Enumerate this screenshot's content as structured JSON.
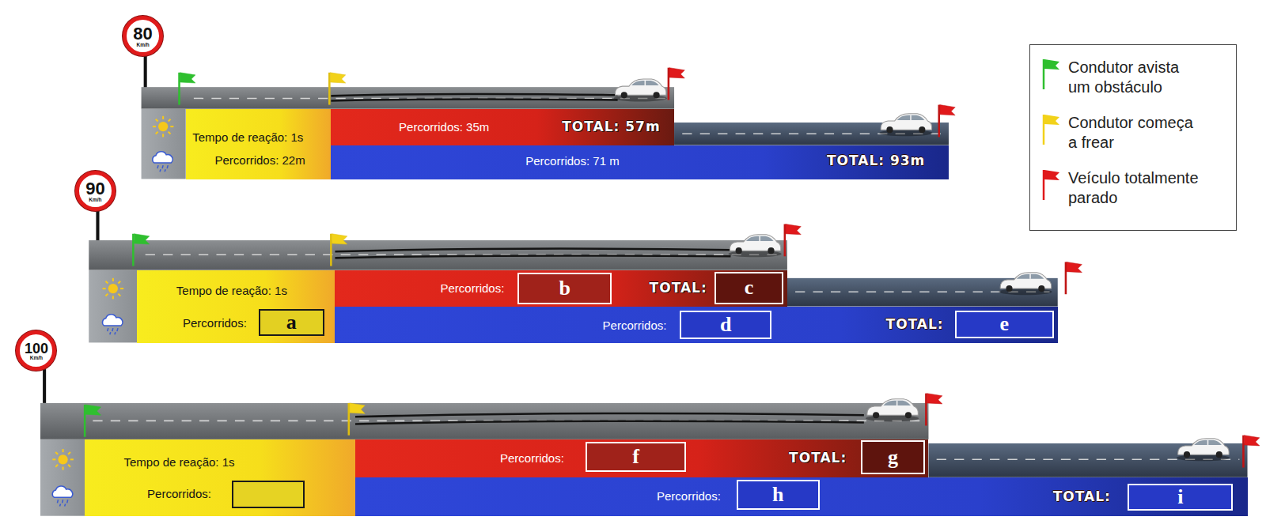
{
  "diagram": {
    "nodes": [
      {
        "text": [
          "80",
          "Km/h"
        ]
      },
      {
        "text": [
          "Tempo de reação: 1s",
          "Percorridos: 22m"
        ]
      },
      {
        "text": [
          "Percorridos: 35m",
          "TOTAL: 57m"
        ]
      },
      {
        "text": [
          "Percorridos: 71 m",
          "TOTAL: 93m"
        ]
      },
      {
        "text": [
          "90",
          "Km/h"
        ]
      },
      {
        "text": [
          "Tempo de reação: 1s",
          "Percorridos:"
        ]
      },
      {
        "text": [
          "a"
        ],
        "in": 5
      },
      {
        "text": [
          "Percorridos:",
          "TOTAL:"
        ]
      },
      {
        "text": [
          "b"
        ],
        "in": 7
      },
      {
        "text": [
          "c"
        ],
        "in": 7
      },
      {
        "text": [
          "Percorridos:",
          "TOTAL:"
        ]
      },
      {
        "text": [
          "d"
        ],
        "in": 10
      },
      {
        "text": [
          "e"
        ],
        "in": 10
      },
      {
        "text": [
          "100",
          "Km/h"
        ]
      },
      {
        "text": [
          "Tempo de reação: 1s",
          "Percorridos:"
        ]
      },
      {
        "text": [
          "Percorridos:",
          "TOTAL:"
        ]
      },
      {
        "text": [
          "f"
        ],
        "in": 15
      },
      {
        "text": [
          "g"
        ],
        "in": 15
      },
      {
        "text": [
          "Percorridos:",
          "TOTAL:"
        ]
      },
      {
        "text": [
          "h"
        ],
        "in": 18
      },
      {
        "text": [
          "i"
        ],
        "in": 18
      }
    ],
    "legend": [
      {
        "text": "Condutor avista um obstáculo"
      },
      {
        "text": "Condutor começa a frear"
      },
      {
        "text": "Veículo totalmente parado"
      }
    ]
  }
}
